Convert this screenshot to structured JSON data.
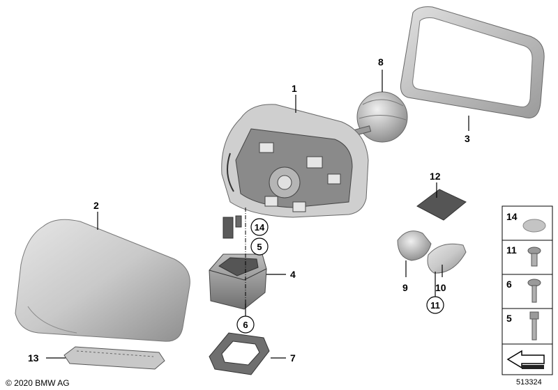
{
  "labels": {
    "l1": "1",
    "l2": "2",
    "l3": "3",
    "l4": "4",
    "l6": "6",
    "l7": "7",
    "l8": "8",
    "l9": "9",
    "l10": "10",
    "l11": "11",
    "l12": "12",
    "l13": "13",
    "l14": "14",
    "l5": "5"
  },
  "legend": {
    "items": [
      "14",
      "11",
      "6",
      "5"
    ]
  },
  "footer": {
    "copyright": "© 2020 BMW AG",
    "doc_number": "513324"
  }
}
